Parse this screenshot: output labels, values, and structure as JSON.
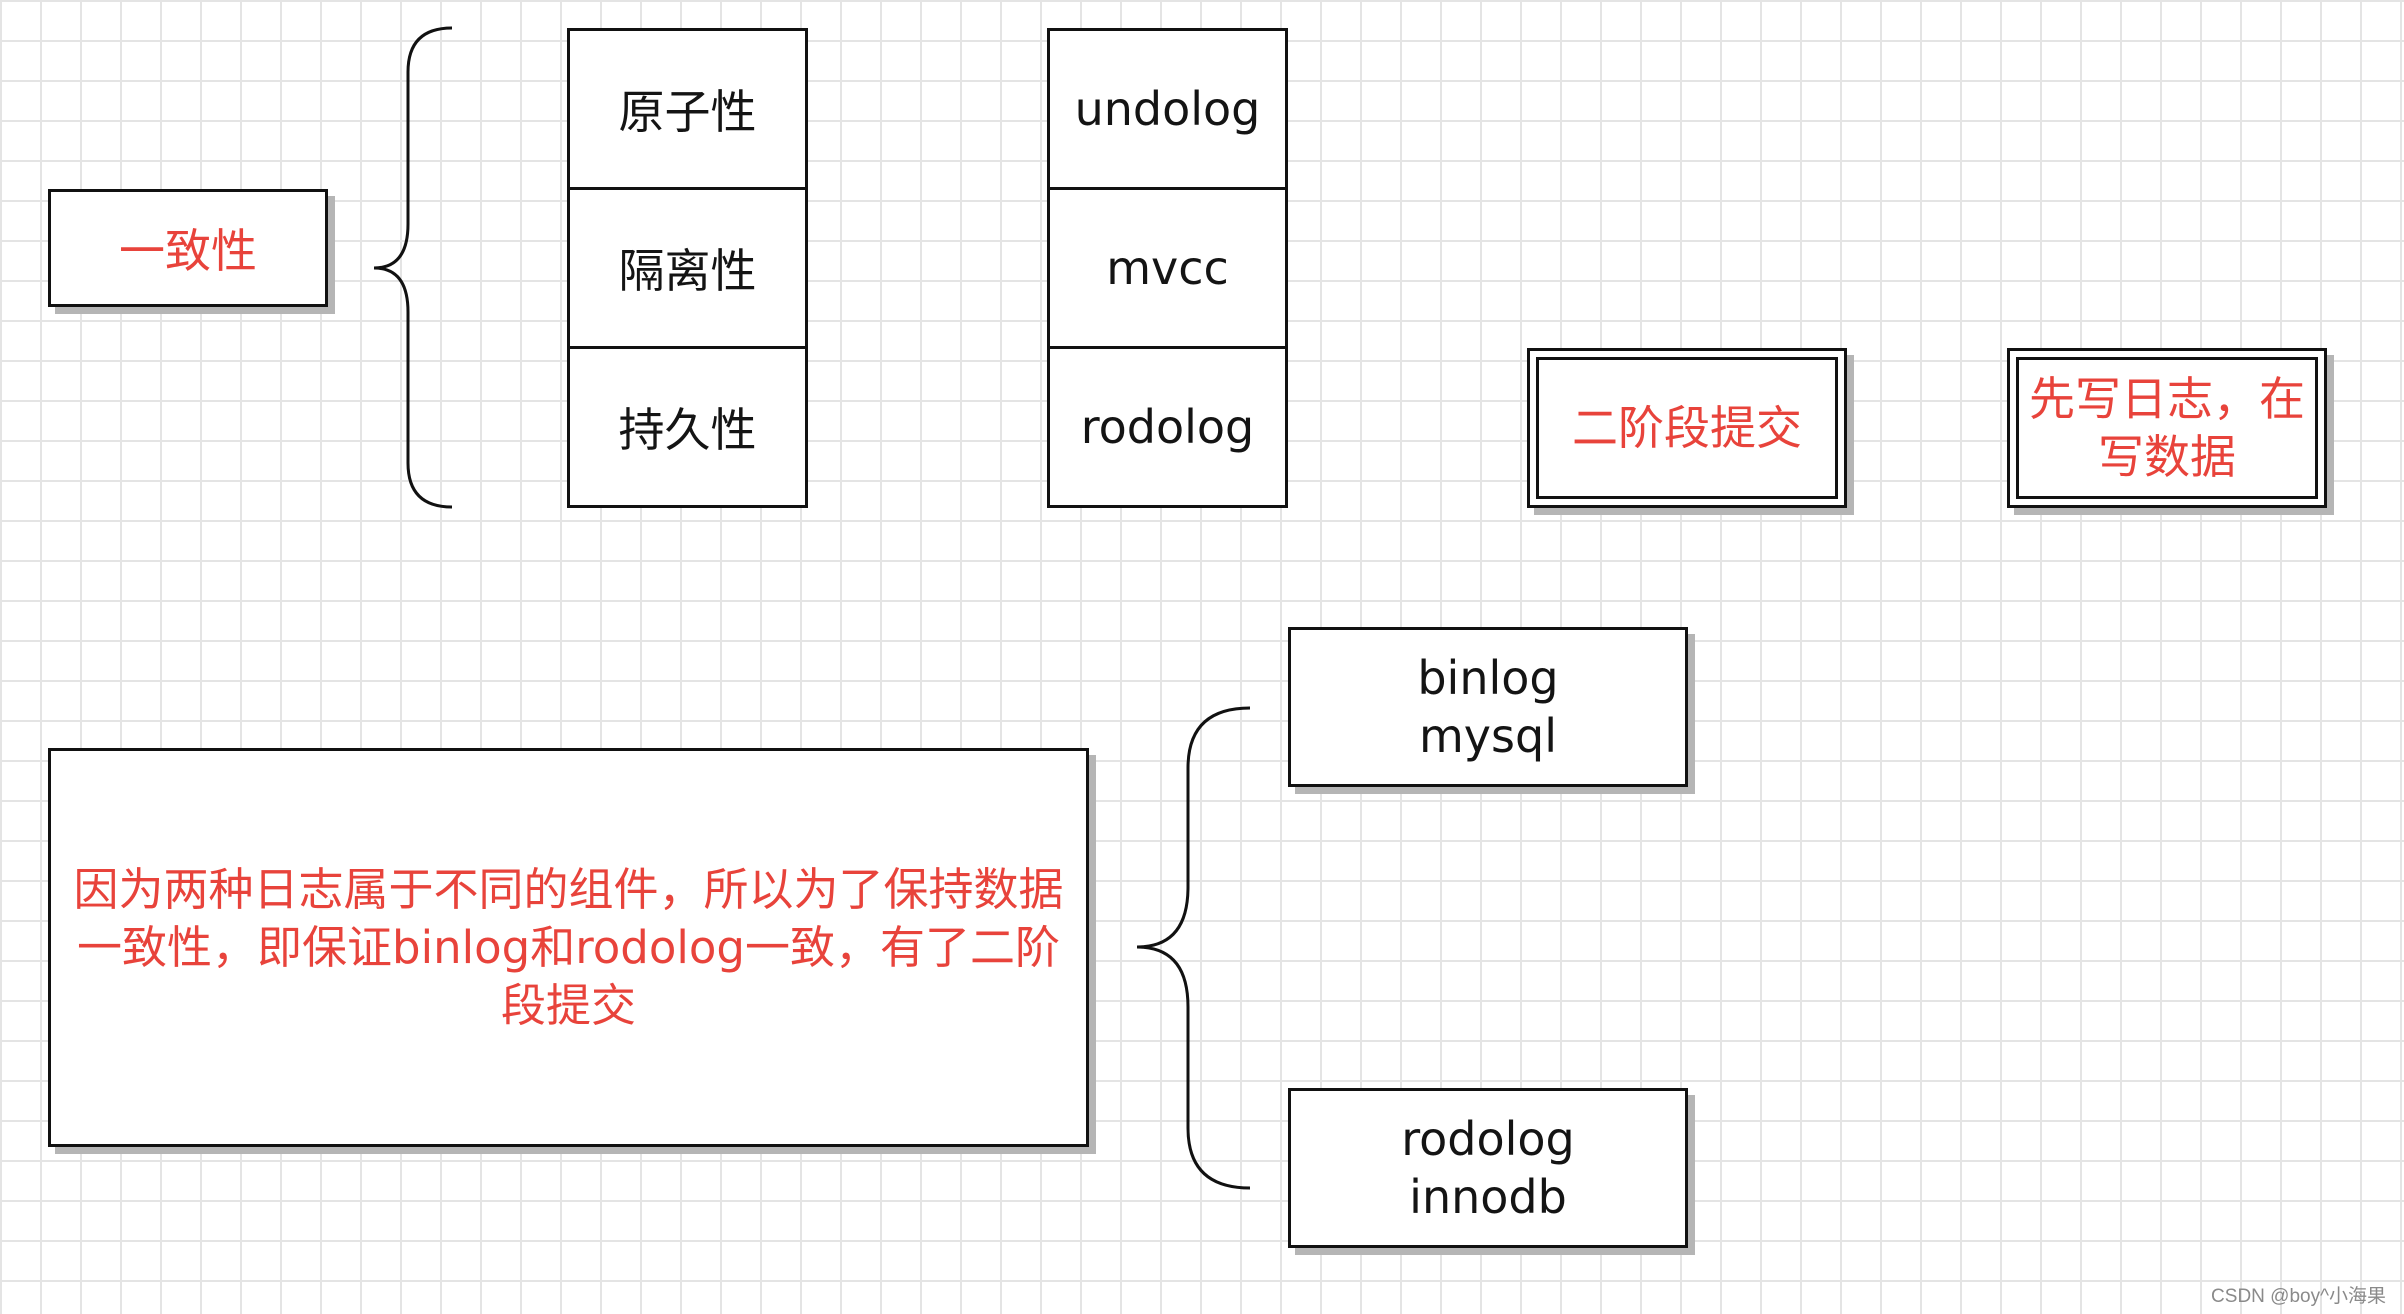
{
  "consistency_box": {
    "label": "一致性"
  },
  "acid_column": {
    "cells": [
      "原子性",
      "隔离性",
      "持久性"
    ]
  },
  "log_column": {
    "cells": [
      "undolog",
      "mvcc",
      "rodolog"
    ]
  },
  "two_phase_box": {
    "label": "二阶段提交"
  },
  "wal_box": {
    "label": "先写日志，在写数据"
  },
  "explanation_box": {
    "text": "因为两种日志属于不同的组件，所以为了保持数据一致性，即保证binlog和rodolog一致，有了二阶段提交"
  },
  "binlog_box": {
    "lines": [
      "binlog",
      "mysql"
    ]
  },
  "redolog_box": {
    "lines": [
      "rodolog",
      "innodb"
    ]
  },
  "watermark": {
    "text": "CSDN @boy^小海果"
  },
  "colors": {
    "highlight_text": "#e8433b",
    "text": "#141414",
    "border": "#111111",
    "shadow": "#b5b5b5",
    "grid": "#e4e4e4"
  }
}
